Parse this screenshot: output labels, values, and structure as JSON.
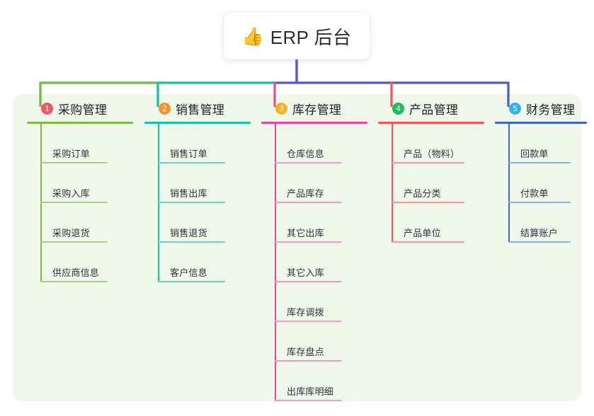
{
  "diagram": {
    "type": "mind-map",
    "background_color": "#ffffff",
    "panel_color": "#eef7e9",
    "root": {
      "emoji": "👍",
      "emoji_name": "thumbs-up-emoji",
      "title": "ERP 后台",
      "card_color": "#ffffff",
      "text_color": "#2c2c33",
      "trunk_color": "#5757c8"
    },
    "trunk": {
      "segments": [
        {
          "name": "green-segment",
          "color": "#74b843"
        },
        {
          "name": "teal-segment",
          "color": "#15bfa5"
        },
        {
          "name": "indigo-segment",
          "color": "#5757c8"
        }
      ]
    },
    "columns": [
      {
        "index": "1",
        "title": "采购管理",
        "badge_color": "#f2566a",
        "line_color": "#7dbb46",
        "leaf_line_color": "#a9d084",
        "drop_color": "#74b843",
        "leaves": [
          "采购订单",
          "采购入库",
          "采购退货",
          "供应商信息"
        ]
      },
      {
        "index": "2",
        "title": "销售管理",
        "badge_color": "#f5922f",
        "line_color": "#18c2a6",
        "leaf_line_color": "#72d3c3",
        "drop_color": "#15bfa5",
        "leaves": [
          "销售订单",
          "销售出库",
          "销售退货",
          "客户信息"
        ]
      },
      {
        "index": "3",
        "title": "库存管理",
        "badge_color": "#f6b221",
        "line_color": "#e8469a",
        "leaf_line_color": "#efa0c6",
        "drop_color": "#ec4a93",
        "leaves": [
          "仓库信息",
          "产品库存",
          "其它出库",
          "其它入库",
          "库存调拨",
          "库存盘点",
          "出库库明细"
        ]
      },
      {
        "index": "4",
        "title": "产品管理",
        "badge_color": "#1fbd5e",
        "line_color": "#f4555a",
        "leaf_line_color": "#f7999c",
        "drop_color": "#f4555a",
        "leaves": [
          "产品（物料）",
          "产品分类",
          "产品单位"
        ]
      },
      {
        "index": "5",
        "title": "财务管理",
        "badge_color": "#34b3ea",
        "line_color": "#3f63c8",
        "leaf_line_color": "#93aee0",
        "drop_color": "#4060c6",
        "leaves": [
          "回款单",
          "付款单",
          "结算账户"
        ]
      }
    ]
  }
}
